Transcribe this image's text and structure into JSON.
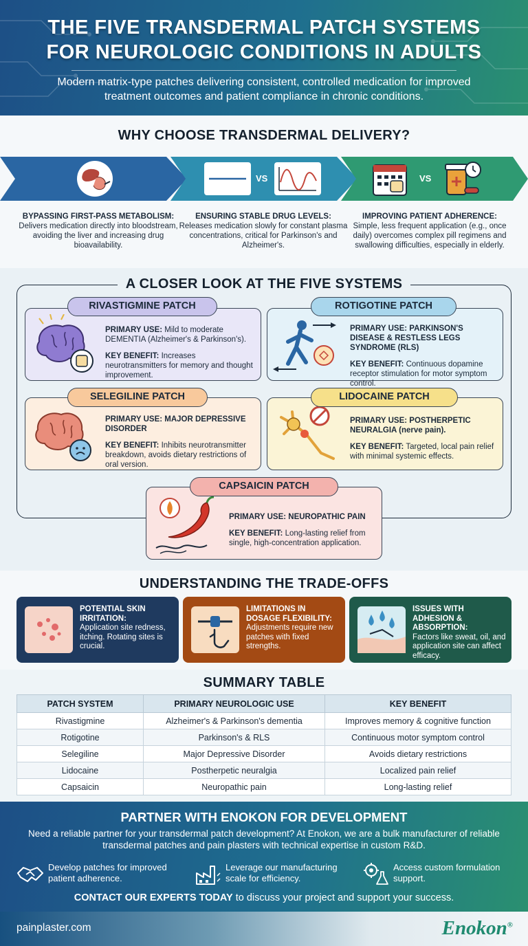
{
  "header": {
    "title_line1": "THE FIVE TRANSDERMAL PATCH SYSTEMS",
    "title_line2": "FOR NEUROLOGIC CONDITIONS IN ADULTS",
    "subtitle": "Modern matrix-type patches delivering consistent, controlled medication for improved treatment outcomes and patient compliance in chronic conditions."
  },
  "why": {
    "title": "WHY CHOOSE TRANSDERMAL DELIVERY?",
    "vs_label": "VS",
    "columns": [
      {
        "heading": "BYPASSING FIRST-PASS METABOLISM:",
        "body": "Delivers medication directly into bloodstream, avoiding the liver and increasing drug bioavailability.",
        "icon": "liver-stomach-icon",
        "color": "#2a66a3"
      },
      {
        "heading": "ENSURING STABLE DRUG LEVELS:",
        "body": "Releases medication slowly for constant plasma concentrations, critical for Parkinson's and Alzheimer's.",
        "icon": "wave-chart-icon",
        "color": "#2e8fb0"
      },
      {
        "heading": "IMPROVING PATIENT ADHERENCE:",
        "body": "Simple, less frequent application (e.g., once daily) overcomes complex pill regimens and swallowing difficulties, especially in elderly.",
        "icon": "calendar-pills-icon",
        "color": "#2f9a72"
      }
    ]
  },
  "systems": {
    "title": "A CLOSER LOOK AT THE FIVE SYSTEMS",
    "primary_label": "PRIMARY USE:",
    "benefit_label": "KEY BENEFIT:",
    "items": [
      {
        "name": "RIVASTIGMINE PATCH",
        "use": "Mild to moderate DEMENTIA (Alzheimer's & Parkinson's).",
        "benefit": "Increases neurotransmitters for memory and thought improvement.",
        "icon": "brain-patch-icon",
        "pill_color": "#c9c4ec",
        "bg": "#e9e7f8"
      },
      {
        "name": "ROTIGOTINE PATCH",
        "use": "PARKINSON'S DISEASE & RESTLESS LEGS SYNDROME (RLS)",
        "benefit": "Continuous dopamine receptor stimulation for motor symptom control.",
        "icon": "walking-figure-icon",
        "pill_color": "#a9d6ec",
        "bg": "#e4f2f9"
      },
      {
        "name": "SELEGILINE PATCH",
        "use": "MAJOR DEPRESSIVE DISORDER",
        "benefit": "Inhibits neurotransmitter breakdown, avoids dietary restrictions of oral version.",
        "icon": "brain-sad-face-icon",
        "pill_color": "#f8c99c",
        "bg": "#fdeee0"
      },
      {
        "name": "LIDOCAINE PATCH",
        "use": "POSTHERPETIC NEURALGIA (nerve pain).",
        "benefit": "Targeted, local pain relief with minimal systemic effects.",
        "icon": "nerve-cell-icon",
        "pill_color": "#f6e08a",
        "bg": "#fbf4d6"
      },
      {
        "name": "CAPSAICIN PATCH",
        "use": "NEUROPATHIC PAIN",
        "benefit": "Long-lasting relief from single, high-concentration application.",
        "icon": "chili-pepper-icon",
        "pill_color": "#f3b2ad",
        "bg": "#fbe4e2"
      }
    ]
  },
  "tradeoffs": {
    "title": "UNDERSTANDING THE TRADE-OFFS",
    "items": [
      {
        "heading": "POTENTIAL SKIN IRRITATION:",
        "body": "Application site redness, itching. Rotating sites is crucial.",
        "icon": "skin-irritation-icon",
        "color": "#1f3a5f"
      },
      {
        "heading": "LIMITATIONS IN DOSAGE FLEXIBILITY:",
        "body": "Adjustments require new patches with fixed strengths.",
        "icon": "hand-slider-icon",
        "color": "#a34a14"
      },
      {
        "heading": "ISSUES WITH ADHESION & ABSORPTION:",
        "body": "Factors like sweat, oil, and application site can affect efficacy.",
        "icon": "skin-droplets-icon",
        "color": "#1f5a4a"
      }
    ]
  },
  "summary": {
    "title": "SUMMARY TABLE",
    "headers": [
      "PATCH SYSTEM",
      "PRIMARY NEUROLOGIC USE",
      "KEY BENEFIT"
    ],
    "rows": [
      [
        "Rivastigmine",
        "Alzheimer's & Parkinson's dementia",
        "Improves memory & cognitive function"
      ],
      [
        "Rotigotine",
        "Parkinson's & RLS",
        "Continuous motor symptom control"
      ],
      [
        "Selegiline",
        "Major Depressive Disorder",
        "Avoids dietary restrictions"
      ],
      [
        "Lidocaine",
        "Postherpetic neuralgia",
        "Localized pain relief"
      ],
      [
        "Capsaicin",
        "Neuropathic pain",
        "Long-lasting relief"
      ]
    ]
  },
  "partner": {
    "title": "PARTNER WITH ENOKON FOR DEVELOPMENT",
    "intro": "Need a reliable partner for your transdermal patch development? At Enokon, we are a bulk manufacturer of reliable transdermal patches and pain plasters with technical expertise in custom R&D.",
    "items": [
      {
        "text": "Develop patches for improved patient adherence.",
        "icon": "handshake-icon"
      },
      {
        "text": "Leverage our manufacturing scale for efficiency.",
        "icon": "factory-icon"
      },
      {
        "text": "Access custom formulation support.",
        "icon": "gear-flask-icon"
      }
    ],
    "cta_bold": "CONTACT OUR EXPERTS TODAY",
    "cta_rest": " to discuss your project and support your success."
  },
  "footer": {
    "url": "painplaster.com",
    "logo": "Enokon",
    "logo_mark": "®"
  }
}
